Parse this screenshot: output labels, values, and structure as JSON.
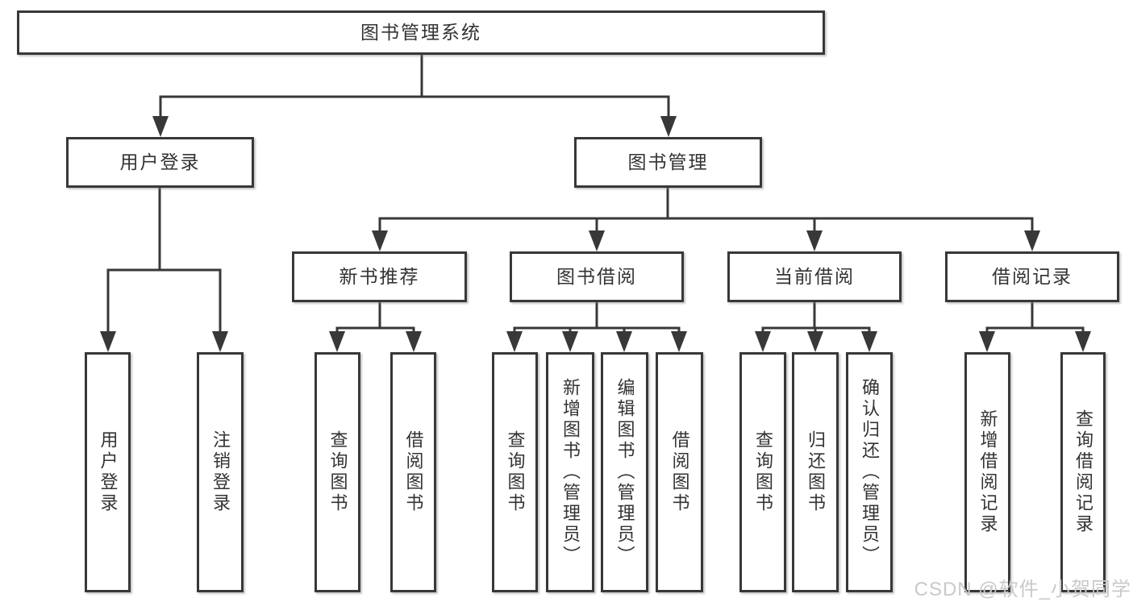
{
  "tree": {
    "root": "图书管理系统",
    "children": [
      {
        "label": "用户登录",
        "children": [
          {
            "label": "用户登录"
          },
          {
            "label": "注销登录"
          }
        ]
      },
      {
        "label": "图书管理",
        "children": [
          {
            "label": "新书推荐",
            "children": [
              {
                "label": "查询图书"
              },
              {
                "label": "借阅图书"
              }
            ]
          },
          {
            "label": "图书借阅",
            "children": [
              {
                "label": "查询图书"
              },
              {
                "label": "新增图书（管理员）"
              },
              {
                "label": "编辑图书（管理员）"
              },
              {
                "label": "借阅图书"
              }
            ]
          },
          {
            "label": "当前借阅",
            "children": [
              {
                "label": "查询图书"
              },
              {
                "label": "归还图书"
              },
              {
                "label": "确认归还（管理员）"
              }
            ]
          },
          {
            "label": "借阅记录",
            "children": [
              {
                "label": "新增借阅记录"
              },
              {
                "label": "查询借阅记录"
              }
            ]
          }
        ]
      }
    ]
  },
  "watermark": "CSDN @软件_小贺同学",
  "colors": {
    "line": "#383838",
    "text": "#333333",
    "watermark": "#c9c9c9",
    "background": "#ffffff"
  }
}
